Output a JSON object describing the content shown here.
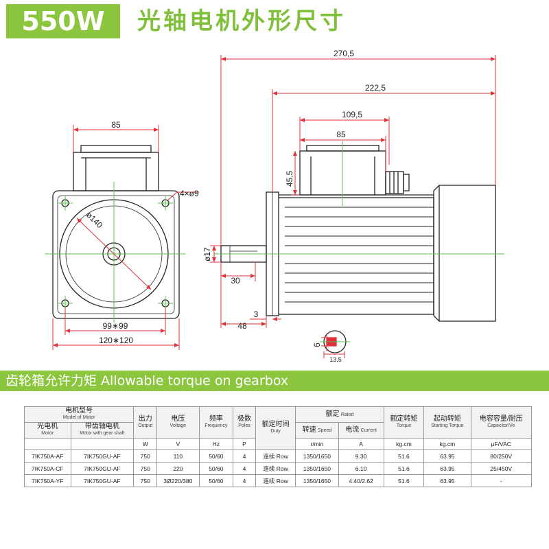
{
  "header": {
    "power": "550W",
    "title": "光轴电机外形尺寸"
  },
  "dimensions": {
    "front": {
      "width_top": "85",
      "holes": "4×ø9",
      "pcd": "ø140",
      "hole_spacing": "99∗99",
      "flange": "120∗120"
    },
    "side": {
      "total_length": "270,5",
      "body_length": "222,5",
      "box_length": "109,5",
      "box_width": "85",
      "box_height": "45,5",
      "shaft_dia": "ø17",
      "shaft_length": "30",
      "shaft_offset": "48",
      "flange_thk": "3"
    },
    "key": {
      "key_width": "6",
      "key_depth": "13,5"
    }
  },
  "section_bar": "齿轮箱允许力矩 Allowable torque on gearbox",
  "table": {
    "headers": {
      "model_zh": "电机型号",
      "model_en": "Model of Motor",
      "output_zh": "出力",
      "output_en": "Output",
      "voltage_zh": "电压",
      "voltage_en": "Voltage",
      "freq_zh": "频率",
      "freq_en": "Frequency",
      "poles_zh": "极数",
      "poles_en": "Poles",
      "duty_zh": "额定时间",
      "duty_en": "Duty",
      "rated_zh": "额定",
      "rated_en": "Rated",
      "speed_zh": "转速",
      "speed_en": "Speed",
      "current_zh": "电流",
      "current_en": "Current",
      "torque_zh": "额定转矩",
      "torque_en": "Torque",
      "start_zh": "起动转矩",
      "start_en": "Starting Torque",
      "cap_zh": "电容容量/耐压",
      "cap_en": "Capacitor/Ve",
      "motor_zh": "光电机",
      "motor_en": "Motor",
      "gear_zh": "带齿轴电机",
      "gear_en": "Motor with gear shaft"
    },
    "units": {
      "output": "W",
      "voltage": "V",
      "freq": "Hz",
      "poles": "P",
      "speed": "r/min",
      "current": "A",
      "torque": "kg.cm",
      "start": "kg.cm",
      "cap": "μF/VAC"
    },
    "rows": [
      {
        "motor": "7IK750A-AF",
        "gear": "7IK750GU-AF",
        "output": "750",
        "voltage": "110",
        "freq": "50/60",
        "poles": "4",
        "duty": "连续 Row",
        "speed": "1350/1650",
        "current": "9.30",
        "torque": "51.6",
        "start": "63.95",
        "cap": "80/250V"
      },
      {
        "motor": "7IK750A-CF",
        "gear": "7IK750GU-AF",
        "output": "750",
        "voltage": "220",
        "freq": "50/60",
        "poles": "4",
        "duty": "连续 Row",
        "speed": "1350/1650",
        "current": "6.10",
        "torque": "51.6",
        "start": "63.95",
        "cap": "25/450V"
      },
      {
        "motor": "7IK750A-YF",
        "gear": "7IK750GU-AF",
        "output": "750",
        "voltage": "3Ø220/380",
        "freq": "50/60",
        "poles": "4",
        "duty": "连续 Row",
        "speed": "1350/1650",
        "current": "4.40/2.62",
        "torque": "51.6",
        "start": "63.95",
        "cap": "-"
      }
    ]
  }
}
